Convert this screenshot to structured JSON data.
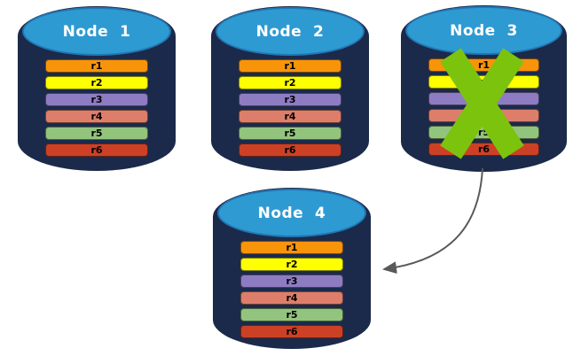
{
  "nodes": [
    {
      "title": "Node  1"
    },
    {
      "title": "Node  2"
    },
    {
      "title": "Node  3"
    },
    {
      "title": "Node  4"
    }
  ],
  "rows": [
    {
      "label": "r1",
      "color": "#F7940A"
    },
    {
      "label": "r2",
      "color": "#FEFF00"
    },
    {
      "label": "r3",
      "color": "#8E7CC3"
    },
    {
      "label": "r4",
      "color": "#DD7E6B"
    },
    {
      "label": "r5",
      "color": "#93C47D"
    },
    {
      "label": "r6",
      "color": "#CC4125"
    }
  ],
  "colors": {
    "background": "#FFFFFF",
    "cylinder_body": "#1B2A4A",
    "cylinder_top": "#2E9AD2",
    "cylinder_top_border": "#2176B4",
    "node_title_text": "#FFFFFF",
    "row_label_text": "#000000",
    "failure_x": "#7CC30E",
    "arrow": "#595959"
  },
  "annotations": {
    "failure_x_on": "Node  3",
    "arrow_from": "Node  3",
    "arrow_to": "Node  4"
  }
}
